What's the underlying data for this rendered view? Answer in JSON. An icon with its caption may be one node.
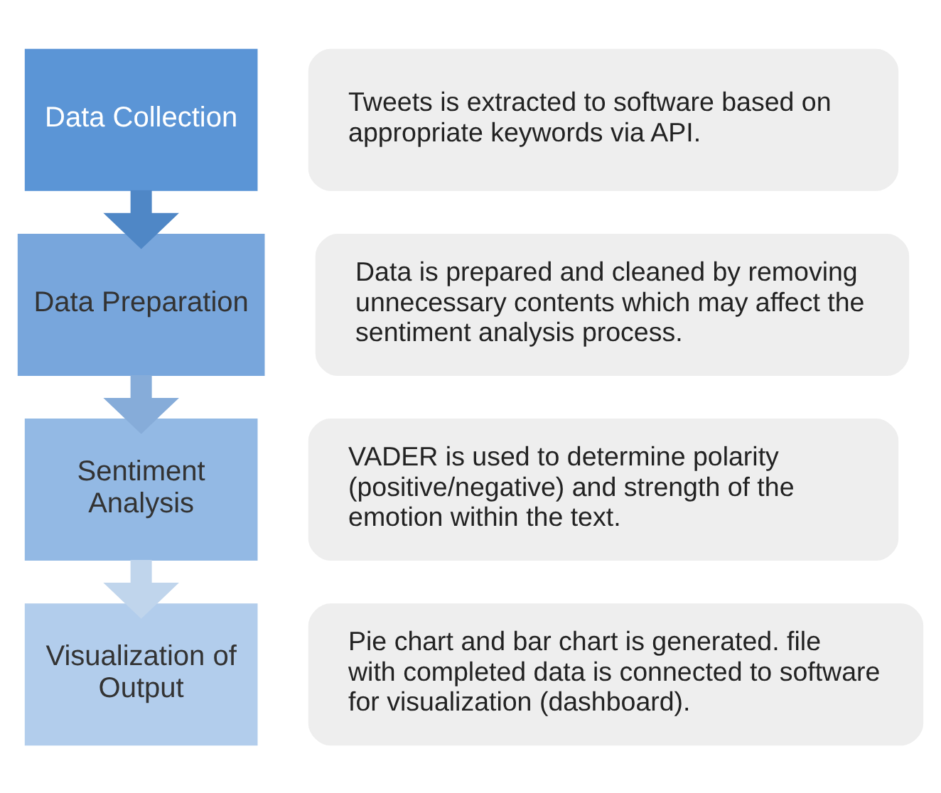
{
  "diagram": {
    "nodes": [
      {
        "text": [
          "Data Collection"
        ]
      },
      {
        "text": [
          "Tweets is extracted to software based on appropriate keywords via API."
        ]
      },
      {
        "text": [
          "Data Preparation"
        ]
      },
      {
        "text": [
          "Data is prepared and cleaned by removing unnecessary contents which may affect the sentiment analysis process."
        ]
      },
      {
        "text": [
          "Sentiment Analysis"
        ]
      },
      {
        "text": [
          "VADER is used to determine polarity (positive/negative) and strength of the emotion within the text."
        ]
      },
      {
        "text": [
          "Visualization of Output"
        ]
      },
      {
        "text": [
          "Pie chart and bar chart is generated. file with completed data is connected to software for visualization (dashboard)."
        ]
      }
    ],
    "edges": [
      {
        "from": 0,
        "to": 2,
        "arrow": "to",
        "color": "#4f87c6"
      },
      {
        "from": 2,
        "to": 4,
        "arrow": "to",
        "color": "#86acd9"
      },
      {
        "from": 4,
        "to": 6,
        "arrow": "to",
        "color": "#c0d5ec"
      }
    ]
  }
}
